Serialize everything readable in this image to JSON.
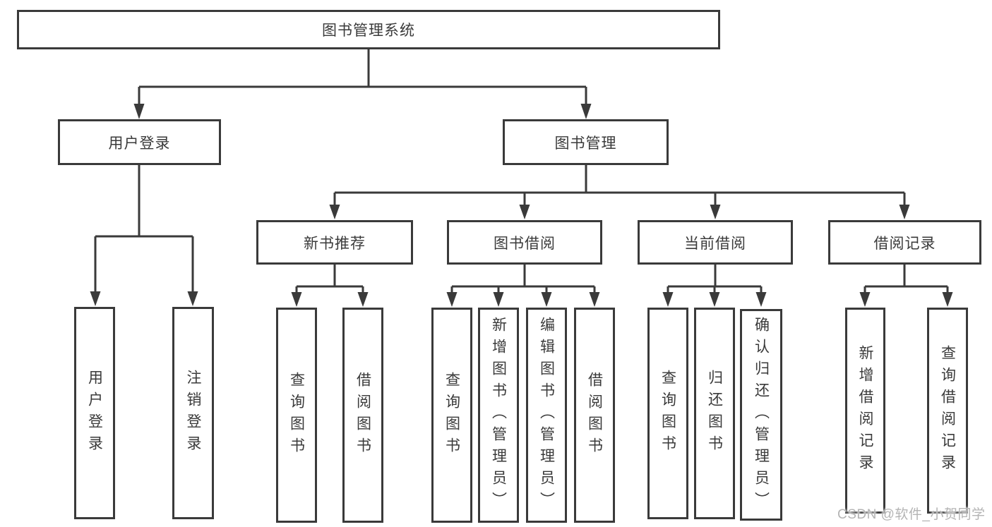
{
  "tree": {
    "root": "图书管理系统",
    "children": [
      {
        "label": "用户登录",
        "children": [
          "用户登录",
          "注销登录"
        ]
      },
      {
        "label": "图书管理",
        "children": [
          {
            "label": "新书推荐",
            "children": [
              "查询图书",
              "借阅图书"
            ]
          },
          {
            "label": "图书借阅",
            "children": [
              "查询图书",
              "新增图书（管理员）",
              "编辑图书（管理员）",
              "借阅图书"
            ]
          },
          {
            "label": "当前借阅",
            "children": [
              "查询图书",
              "归还图书",
              "确认归还（管理员）"
            ]
          },
          {
            "label": "借阅记录",
            "children": [
              "新增借阅记录",
              "查询借阅记录"
            ]
          }
        ]
      }
    ]
  },
  "watermark": {
    "text": "CSDN @软件_小贺同学"
  },
  "colors": {
    "line": "#3a3a3a",
    "box_border": "#3a3a3a",
    "text": "#3a3a3a",
    "background": "#ffffff",
    "watermark": "#b4b4b4"
  }
}
